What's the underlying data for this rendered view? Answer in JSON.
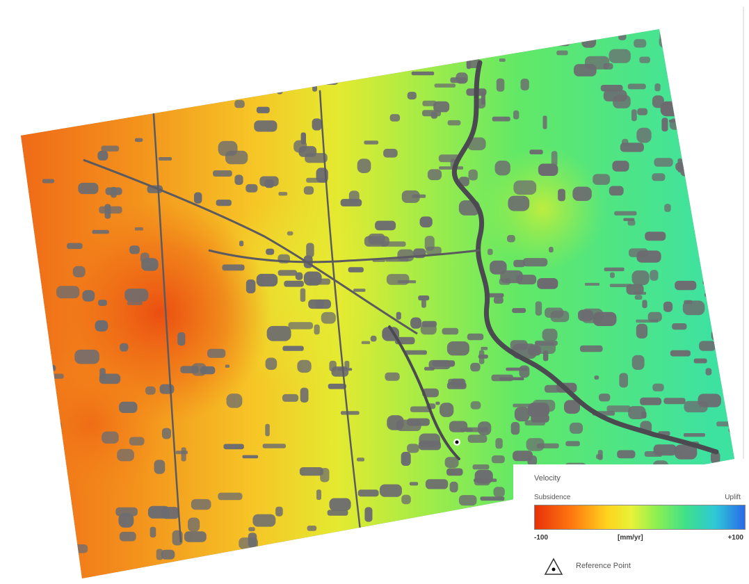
{
  "colors": {
    "background": "#ffffff",
    "gap_gray": "#6c6c70",
    "river": "#4a4a50",
    "scale": [
      "#e8300a",
      "#ff7a10",
      "#ffd21e",
      "#e8f238",
      "#8cf050",
      "#3ee08a",
      "#2ec8d8",
      "#2a6ae8"
    ]
  },
  "legend": {
    "title": "Velocity",
    "left_label": "Subsidence",
    "right_label": "Uplift",
    "min_label": "-100",
    "unit_label": "[mm/yr]",
    "max_label": "+100",
    "reference_label": "Reference Point",
    "reference_icon": "triangle-with-dot-icon"
  }
}
